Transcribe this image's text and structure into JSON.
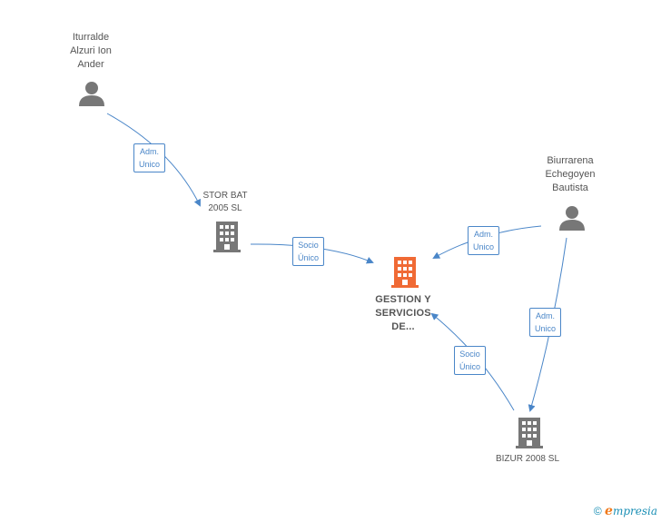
{
  "nodes": {
    "person1": {
      "lines": [
        "Iturralde",
        "Alzuri Ion",
        "Ander"
      ]
    },
    "person2": {
      "lines": [
        "Biurrarena",
        "Echegoyen",
        "Bautista"
      ]
    },
    "company_stor": {
      "lines": [
        "STOR BAT",
        "2005 SL"
      ]
    },
    "company_main": {
      "lines": [
        "GESTION Y",
        "SERVICIOS",
        "DE..."
      ]
    },
    "company_bizur": {
      "lines": [
        "BIZUR 2008 SL"
      ]
    }
  },
  "edges": {
    "e1": {
      "line1": "Adm.",
      "line2": "Unico"
    },
    "e2": {
      "line1": "Socio",
      "line2": "Único"
    },
    "e3": {
      "line1": "Adm.",
      "line2": "Unico"
    },
    "e4": {
      "line1": "Adm.",
      "line2": "Unico"
    },
    "e5": {
      "line1": "Socio",
      "line2": "Único"
    }
  },
  "footer": {
    "copyright": "©",
    "brand_e": "e",
    "brand_rest": "mpresia"
  },
  "colors": {
    "edge": "#4a86c8",
    "person": "#777777",
    "company": "#777777",
    "focus": "#f06a35"
  }
}
